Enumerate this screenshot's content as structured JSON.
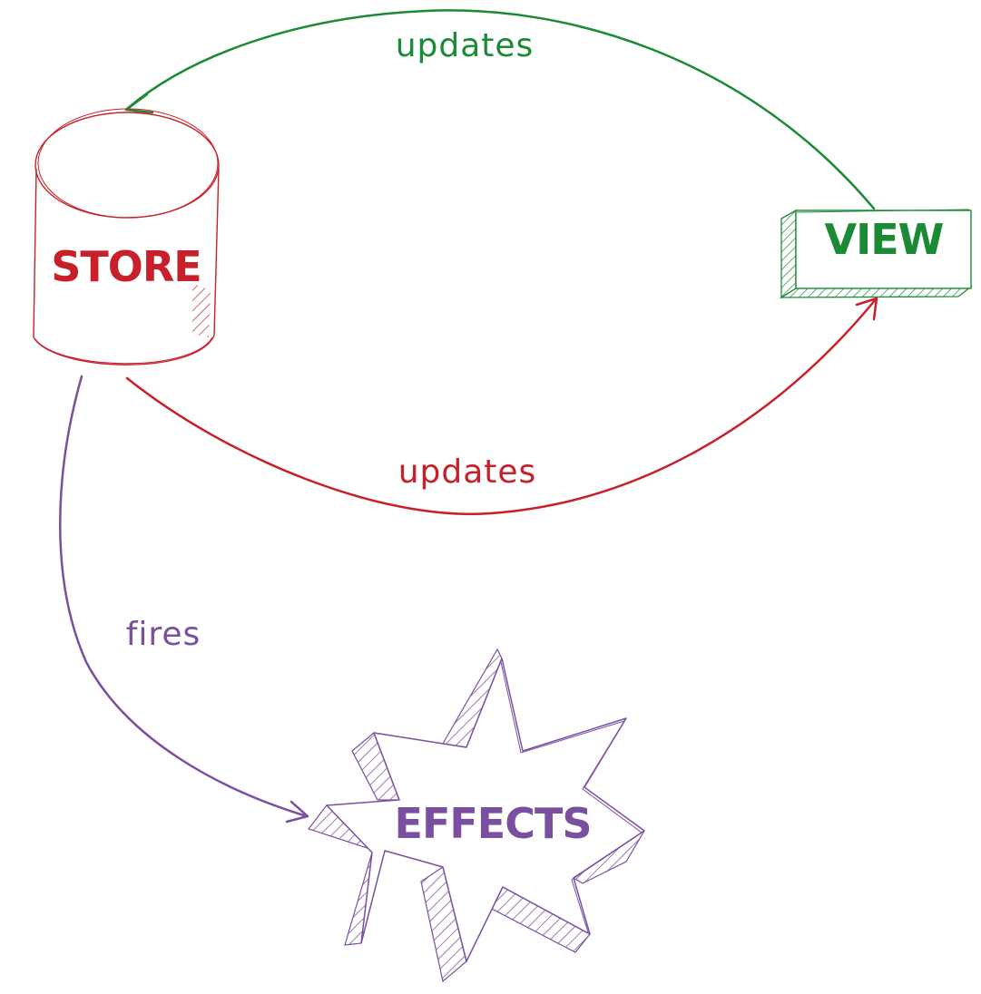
{
  "colors": {
    "store": "#c8202a",
    "view": "#1a8a35",
    "effects": "#7a4fa0",
    "background": "#ffffff"
  },
  "nodes": {
    "store": {
      "label": "STORE",
      "shape": "cylinder"
    },
    "view": {
      "label": "VIEW",
      "shape": "box-3d"
    },
    "effects": {
      "label": "EFFECTS",
      "shape": "starburst"
    }
  },
  "edges": {
    "view_to_store": {
      "label": "updates",
      "from": "VIEW",
      "to": "STORE"
    },
    "store_to_view": {
      "label": "updates",
      "from": "STORE",
      "to": "VIEW"
    },
    "store_to_effects": {
      "label": "fires",
      "from": "STORE",
      "to": "EFFECTS"
    }
  }
}
